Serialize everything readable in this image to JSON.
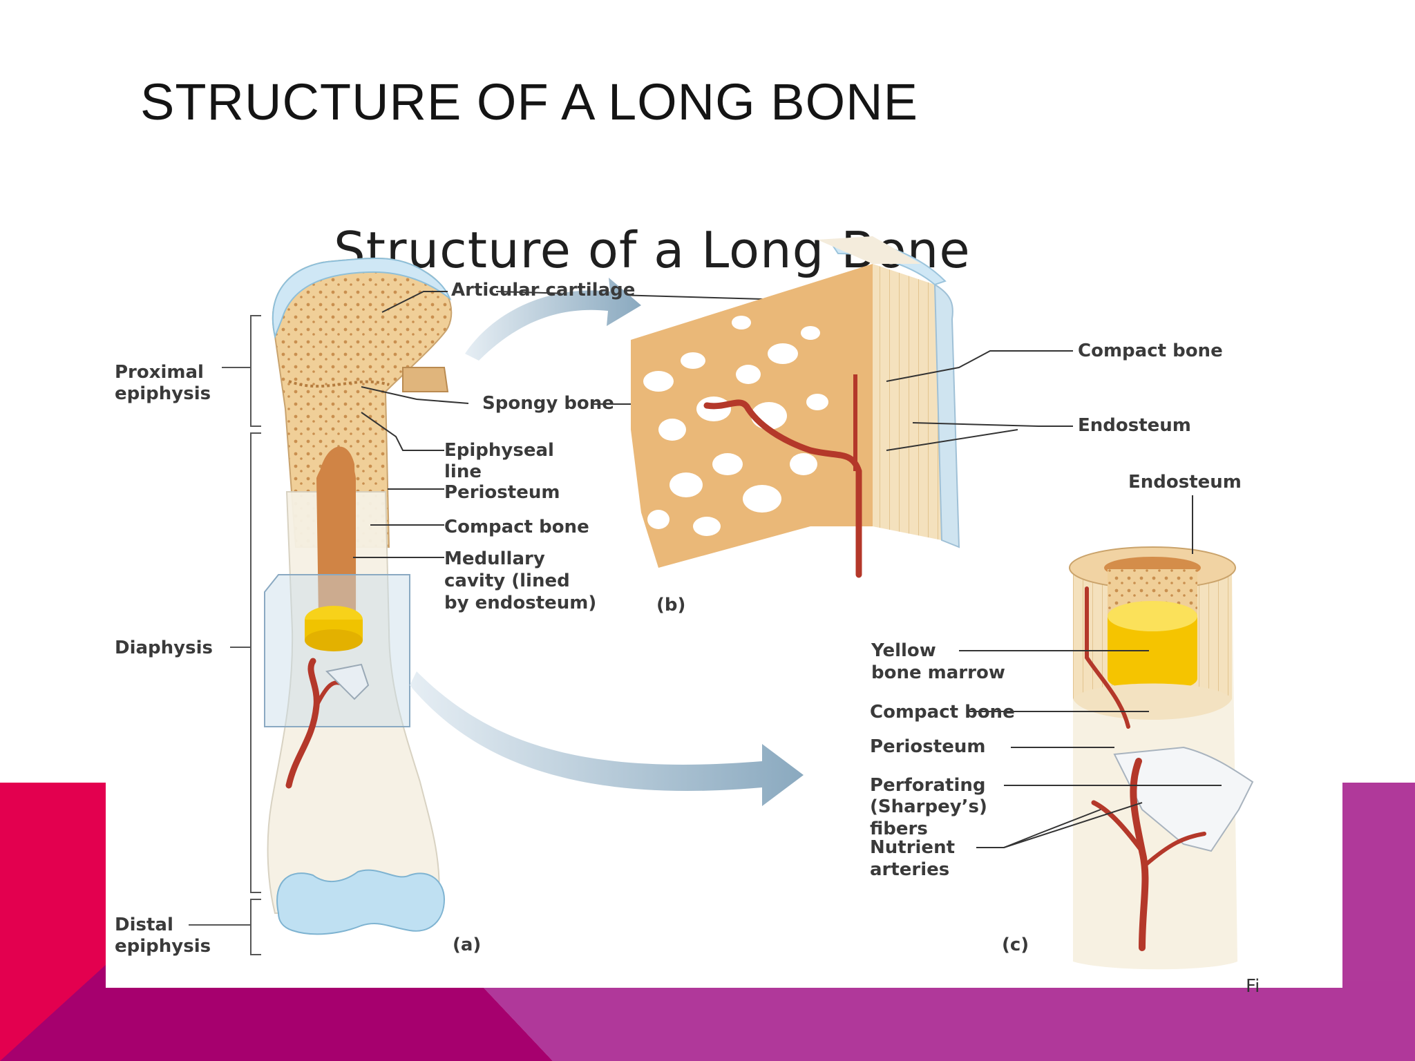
{
  "slide": {
    "title": "STRUCTURE OF A LONG BONE"
  },
  "diagram": {
    "title": "Structure of a Long Bone",
    "panel_a": {
      "tag": "(a)",
      "labels": {
        "articular_cartilage": "Articular cartilage",
        "proximal_epiphysis_1": "Proximal",
        "proximal_epiphysis_2": "epiphysis",
        "spongy_bone": "Spongy bone",
        "epiphyseal_line_1": "Epiphyseal",
        "epiphyseal_line_2": "line",
        "periosteum": "Periosteum",
        "compact_bone": "Compact bone",
        "medullary_1": "Medullary",
        "medullary_2": "cavity (lined",
        "medullary_3": "by endosteum)",
        "diaphysis": "Diaphysis",
        "distal_epiphysis_1": "Distal",
        "distal_epiphysis_2": "epiphysis"
      }
    },
    "panel_b": {
      "tag": "(b)",
      "labels": {
        "compact_bone": "Compact bone",
        "endosteum": "Endosteum"
      }
    },
    "panel_c": {
      "tag": "(c)",
      "labels": {
        "endosteum": "Endosteum",
        "yellow_marrow_1": "Yellow",
        "yellow_marrow_2": "bone marrow",
        "compact_bone": "Compact bone",
        "periosteum": "Periosteum",
        "perforating_1": "Perforating",
        "perforating_2": "(Sharpey’s)",
        "perforating_3": "fibers",
        "nutrient_1": "Nutrient",
        "nutrient_2": "arteries"
      }
    },
    "corner_fragment": "Fi"
  },
  "colors": {
    "accent_red": "#e3004f",
    "accent_magenta": "#a6006e",
    "accent_purple": "#b0399a",
    "bone": "#f3dcb2",
    "spongy": "#e9b97a",
    "cartilage": "#bfe0f2",
    "artery": "#b4382a",
    "marrow": "#f5c400"
  }
}
